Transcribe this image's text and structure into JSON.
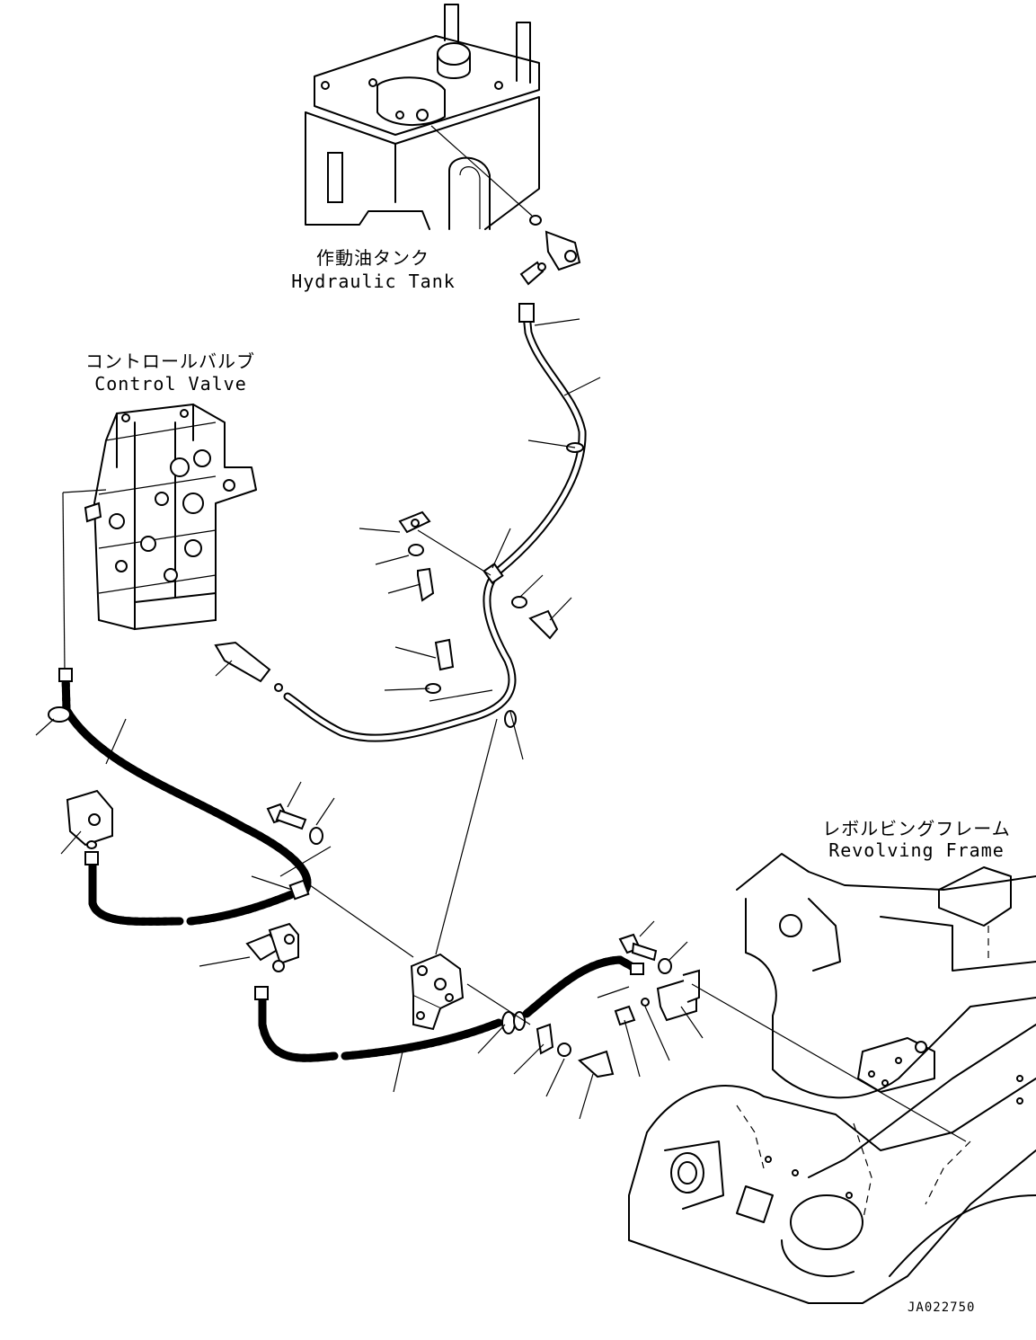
{
  "labels": {
    "hydraulic_tank_jp": "作動油タンク",
    "hydraulic_tank_en": "Hydraulic Tank",
    "control_valve_jp": "コントロールバルブ",
    "control_valve_en": "Control Valve",
    "revolving_frame_jp": "レボルビングフレーム",
    "revolving_frame_en": "Revolving Frame"
  },
  "drawing_code": "JA022750"
}
